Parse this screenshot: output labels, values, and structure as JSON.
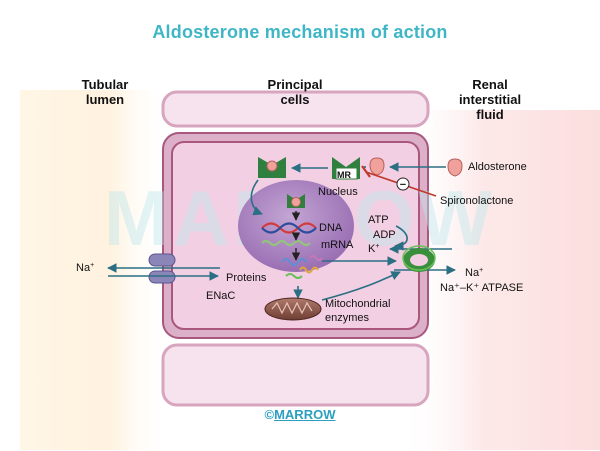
{
  "title": "Aldosterone mechanism of action",
  "columns": {
    "lumen": "Tubular\nlumen",
    "cells": "Principal\ncells",
    "fluid": "Renal\ninterstitial\nfluid"
  },
  "labels": {
    "aldosterone": "Aldosterone",
    "mr": "MR",
    "inhibit_sign": "−",
    "spironolactone": "Spironolactone",
    "nucleus": "Nucleus",
    "dna": "DNA",
    "mrna": "mRNA",
    "atp": "ATP",
    "adp": "ADP",
    "k_plus": "K",
    "proteins": "Proteins",
    "na_left": "Na",
    "enac": "ENaC",
    "na_right": "Na",
    "atpase": "Na⁺–K⁺ ATPASE",
    "mitochondrial": "Mitochondrial\nenzymes"
  },
  "superscript": "+",
  "footer": {
    "copyright": "©",
    "brand": "MARROW"
  },
  "watermark": "MARROW",
  "colors": {
    "title": "#3fb6c6",
    "cell_border": "#a9577e",
    "cell_fill": "#f3cfe3",
    "nucleus": "#a881bd",
    "receptor": "#2f7f3e",
    "hormone": "#f0a19c",
    "arrow": "#2b6f83",
    "inhibit": "#c0392b",
    "footer": "#2a9fbf"
  }
}
